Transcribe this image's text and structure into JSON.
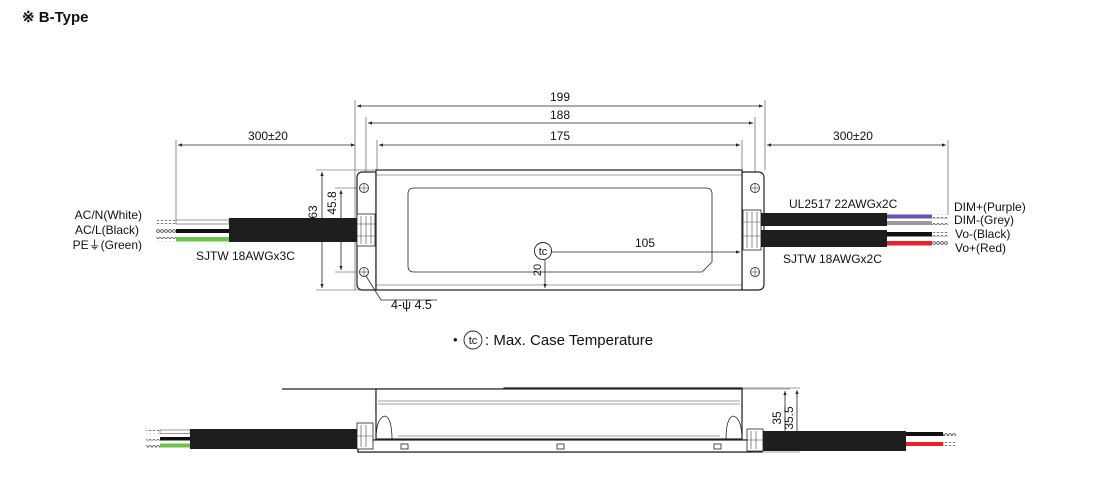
{
  "title": "※ B-Type",
  "top_view": {
    "dims": {
      "overall": "199",
      "flange_span": "188",
      "body": "175",
      "left_cable": "300±20",
      "right_cable": "300±20",
      "height": "63",
      "hole_spacing": "45.8",
      "tc_offset_y": "20",
      "tc_offset_x": "105",
      "holes": "4-ψ 4.5"
    },
    "left_cable_label": "SJTW 18AWGx3C",
    "right_upper_cable_label": "UL2517 22AWGx2C",
    "right_lower_cable_label": "SJTW 18AWGx2C",
    "left_wires": [
      "AC/N(White)",
      "AC/L(Black)",
      "PE⏚(Green)"
    ],
    "right_wires": [
      "DIM+(Purple)",
      "DIM-(Grey)",
      "Vo-(Black)",
      "Vo+(Red)"
    ],
    "tc_symbol": "tc"
  },
  "legend": {
    "bullet": "•",
    "symbol": "tc",
    "text": ": Max. Case Temperature"
  },
  "side_view": {
    "dims": {
      "height": "35",
      "height_total": "35.5"
    }
  },
  "colors": {
    "white": "#ffffff",
    "black": "#111111",
    "green": "#6cc24a",
    "purple": "#6a4fb0",
    "grey": "#9a9a9a",
    "red": "#e8222a",
    "jacket": "#1e1e1e"
  }
}
